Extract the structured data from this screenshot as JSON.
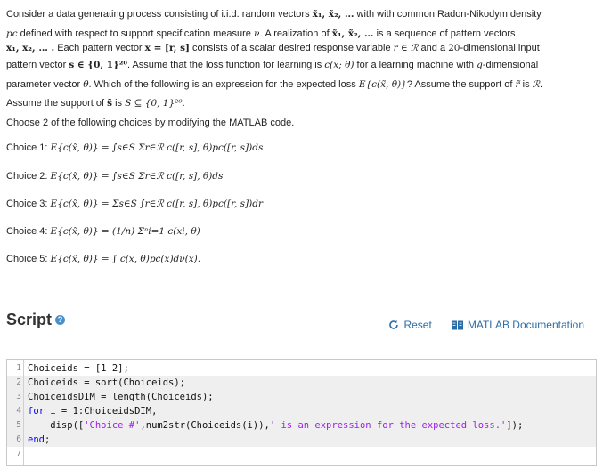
{
  "question": {
    "line1": {
      "a": "Consider a data generating process consisting of i.i.d. random vectors ",
      "x1": "x̃₁, x̃₂, …",
      "b": " with  with common Radon-Nikodym density"
    },
    "line2": {
      "pc": "pc",
      "a": " defined with respect to support specification measure ",
      "nu": "ν",
      "b": ". A realization of ",
      "x1": "x̃₁, x̃₂, …",
      "c": " is a  sequence of pattern vectors"
    },
    "line3": {
      "x": "x₁, x₂, … .",
      "a": "  Each pattern vector ",
      "eq": "x = [r, s]",
      "b": " consists of a scalar desired response variable ",
      "r": "r ∈ ℛ",
      "c": " and a ",
      "n": "20",
      "d": "-dimensional input"
    },
    "line4": {
      "a": "pattern vector ",
      "s": "s ∈ {0, 1}²⁰",
      "b": ".  Assume that the loss function for learning is ",
      "c": "c(x; θ)",
      "d": " for a learning machine with ",
      "q": "q",
      "e": "-dimensional"
    },
    "line5": {
      "a": "parameter vector ",
      "theta": "θ",
      "b": ". Which of the following is an expression for the expected loss ",
      "E": "E{c(x̃, θ)}",
      "c": "? Assume the support of ",
      "rt": "r̃",
      "d": " is ",
      "R": "ℛ",
      "e": "."
    },
    "line6": {
      "a": "Assume the support of ",
      "st": "s̃",
      "b": " is ",
      "S": "S ⊆ {0, 1}²⁰",
      "c": "."
    },
    "instruction": "Choose 2 of the following choices by modifying the MATLAB code."
  },
  "choices": [
    {
      "label": "Choice 1: ",
      "expr": "E{c(x̃, θ)} = ∫s∈S Σr∈ℛ c([r, s], θ)pc([r, s])ds"
    },
    {
      "label": "Choice 2: ",
      "expr": "E{c(x̃, θ)} = ∫s∈S Σr∈ℛ c([r, s], θ)ds"
    },
    {
      "label": "Choice 3: ",
      "expr": "E{c(x̃, θ)} = Σs∈S ∫r∈ℛ c([r, s], θ)pc([r, s])dr"
    },
    {
      "label": "Choice 4: ",
      "expr": "E{c(x̃, θ)} = (1/n) Σⁿi=1 c(xi, θ)"
    },
    {
      "label": "Choice 5:  ",
      "expr": "E{c(x̃, θ)} = ∫ c(x, θ)pc(x)dν(x)."
    }
  ],
  "script": {
    "title": "Script",
    "help_icon": "?",
    "reset_label": "Reset",
    "docs_label": "MATLAB Documentation",
    "link_color": "#2a6ea8"
  },
  "editor": {
    "lines": [
      {
        "n": "1",
        "highlight": false
      },
      {
        "n": "2",
        "highlight": true
      },
      {
        "n": "3",
        "highlight": true
      },
      {
        "n": "4",
        "highlight": true
      },
      {
        "n": "5",
        "highlight": true
      },
      {
        "n": "6",
        "highlight": true
      },
      {
        "n": "7",
        "highlight": false
      }
    ],
    "code": {
      "l1": "Choiceids = [1 2];",
      "l2": "Choiceids = sort(Choiceids);",
      "l3": "ChoiceidsDIM = length(Choiceids);",
      "l4_kw": "for",
      "l4_rest": " i = 1:ChoiceidsDIM,",
      "l5_a": "    disp([",
      "l5_s1": "'Choice #'",
      "l5_b": ",num2str(Choiceids(i)),",
      "l5_s2": "' is an expression for the expected loss.'",
      "l5_c": "]);",
      "l6_kw": "end",
      "l6_rest": ";"
    }
  }
}
